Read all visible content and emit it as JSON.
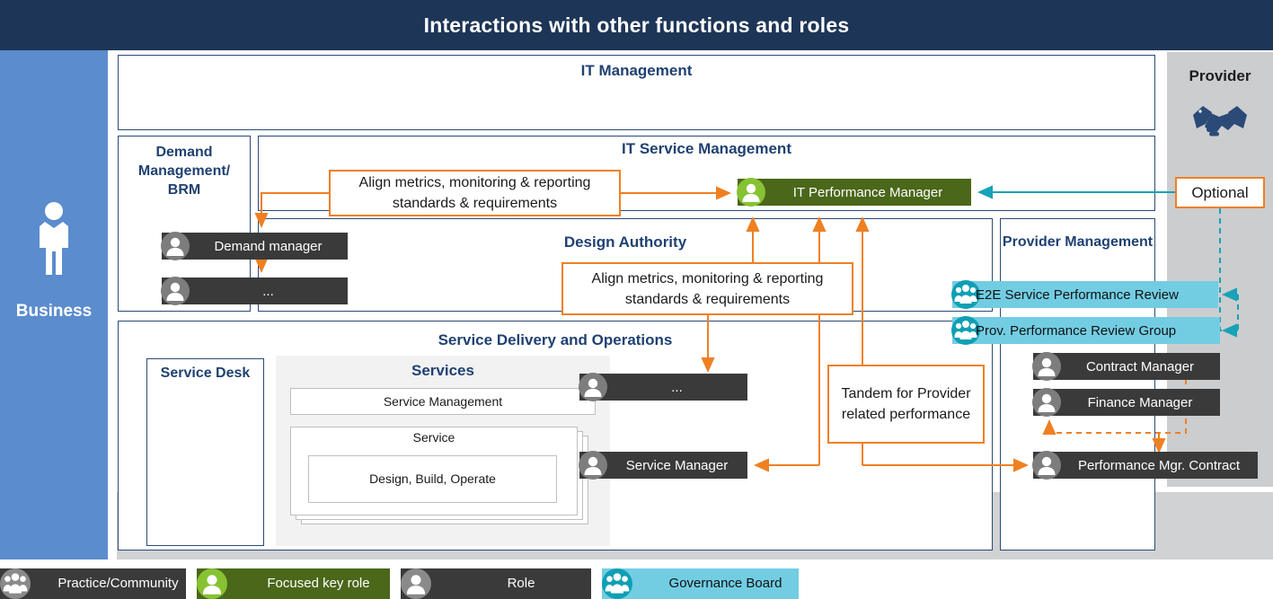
{
  "header": {
    "title": "Interactions with other functions and roles"
  },
  "business": {
    "label": "Business",
    "icon": "person-icon"
  },
  "provider": {
    "title": "Provider",
    "icon": "handshake-icon",
    "optional_label": "Optional"
  },
  "panels": {
    "it_management": "IT Management",
    "demand_management": "Demand Management/ BRM",
    "it_service_management": "IT Service Management",
    "design_authority": "Design Authority",
    "provider_management": "Provider Management",
    "service_delivery": "Service Delivery and Operations",
    "service_desk": "Service Desk",
    "services": "Services"
  },
  "services": {
    "service_management": "Service Management",
    "service": "Service",
    "design_build_operate": "Design, Build, Operate"
  },
  "roles": {
    "demand_manager": "Demand manager",
    "demand_more": "...",
    "it_performance_manager": "IT Performance Manager",
    "e2e_service_performance_review": "E2E Service Performance Review",
    "prov_performance_review_group": "Prov. Performance Review Group",
    "contract_manager": "Contract Manager",
    "finance_manager": "Finance Manager",
    "performance_mgr_contract": "Performance Mgr. Contract",
    "sdo_more": "...",
    "service_manager": "Service Manager"
  },
  "callouts": {
    "align_metrics_1": "Align metrics, monitoring & reporting standards & requirements",
    "align_metrics_2": "Align metrics, monitoring & reporting standards & requirements",
    "tandem": "Tandem for Provider related performance"
  },
  "legend": [
    {
      "label": "Practice/Community",
      "icon": "group-icon",
      "bar_color": "#3a3a3a",
      "icon_color": "#8a8a8a"
    },
    {
      "label": "Focused key role",
      "icon": "person-icon",
      "bar_color": "#4a671a",
      "icon_color": "#86c232"
    },
    {
      "label": "Role",
      "icon": "person-icon",
      "bar_color": "#3a3a3a",
      "icon_color": "#8a8a8a"
    },
    {
      "label": "Governance Board",
      "icon": "group-icon",
      "bar_color": "#72cde3",
      "icon_color": "#0f9fb5"
    }
  ],
  "colors": {
    "header_bg": "#1d3557",
    "business_bg": "#5b8ccd",
    "provider_bg": "#cccdcf",
    "panel_border": "#2b4a77",
    "panel_title": "#1f4172",
    "accent_orange": "#ef8022",
    "accent_teal": "#17a2b8",
    "role_bar": "#3a3a3a",
    "key_role_bar": "#4a671a",
    "governance_bar": "#72cde3"
  }
}
